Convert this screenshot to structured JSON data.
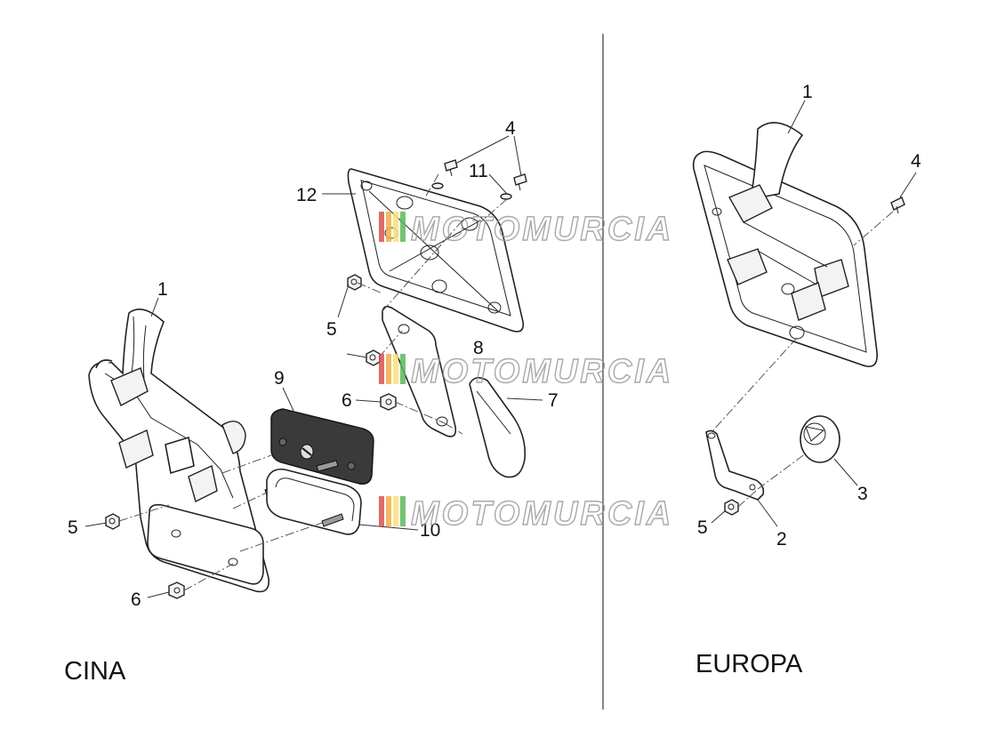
{
  "regions": {
    "left_label": "CINA",
    "right_label": "EUROPA"
  },
  "watermark": {
    "text": "MOTOMURCIA",
    "colors": [
      "#d9534f",
      "#f0ad4e",
      "#f7e27a",
      "#5cb85c",
      "#9ccaa0"
    ]
  },
  "callouts": {
    "cina": {
      "c1": "1",
      "c4": "4",
      "c11": "11",
      "c12": "12",
      "c5a": "5",
      "c8": "8",
      "c9": "9",
      "c6a": "6",
      "c7": "7",
      "c5b": "5",
      "c10": "10",
      "c6b": "6"
    },
    "europa": {
      "c1": "1",
      "c4": "4",
      "c3": "3",
      "c5": "5",
      "c2": "2"
    }
  }
}
